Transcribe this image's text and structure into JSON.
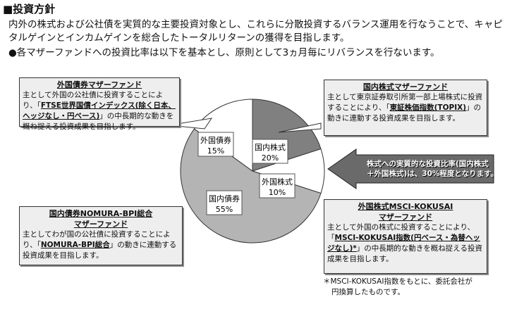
{
  "title": "■投資方針",
  "paragraphs": [
    "内外の株式および公社債を実質的な主要投資対象とし、これらに分散投資するバランス運用を行なうことで、キャピタルゲインとインカムゲインを総合したトータルリターンの獲得を目指します。",
    "●各マザーファンドへの投資比率は以下を基本とし、原則として3ヵ月毎にリバランスを行ないます。"
  ],
  "boxes": {
    "foreign_bond": {
      "title": "外国債券マザーファンド",
      "pre": "主として外国の公社債に投資することにより、「",
      "bold": "FTSE世界国債インデックス(除く日本、ヘッジなし・円ベース)",
      "post": "」の中長期的な動きを概ね捉える投資成果を目指します。"
    },
    "domestic_stock": {
      "title": "国内株式マザーファンド",
      "pre": "主として東京証券取引所第一部上場株式に投資することにより、「",
      "bold": "東証株価指数(TOPIX)",
      "post": "」の動きに連動する投資成果を目指します。"
    },
    "domestic_bond": {
      "title1": "国内債券NOMURA-BPI総合",
      "title2": "マザーファンド",
      "pre": "主としてわが国の公社債に投資することにより、「",
      "bold": "NOMURA-BPI総合",
      "post": "」の動きに連動する投資成果を目指します。"
    },
    "foreign_stock": {
      "title1": "外国株式MSCI-KOKUSAI",
      "title2": "マザーファンド",
      "pre": "主として外国の株式に投資することにより、「",
      "bold": "MSCI-KOKUSAI指数(円ベース・為替ヘッジなし)*",
      "post": "」の中長期的な動きを概ね捉える投資成果を目指します。"
    }
  },
  "arrow_text": [
    "株式への実質的な投資比率(国内株式",
    "＋外国株式)は、30%程度となります。"
  ],
  "note": [
    "＊MSCI-KOKUSAI指数をもとに、委託会社が",
    "円換算したものです。"
  ],
  "chart_data": {
    "type": "pie",
    "slices": [
      {
        "label": "国内株式",
        "value": 20,
        "pct": "20%",
        "color": "#808080"
      },
      {
        "label": "外国株式",
        "value": 10,
        "pct": "10%",
        "color": "#ffffff"
      },
      {
        "label": "国内債券",
        "value": 55,
        "pct": "55%",
        "color": "#b4b4b4"
      },
      {
        "label": "外国債券",
        "value": 15,
        "pct": "15%",
        "color": "#ffffff"
      }
    ]
  }
}
